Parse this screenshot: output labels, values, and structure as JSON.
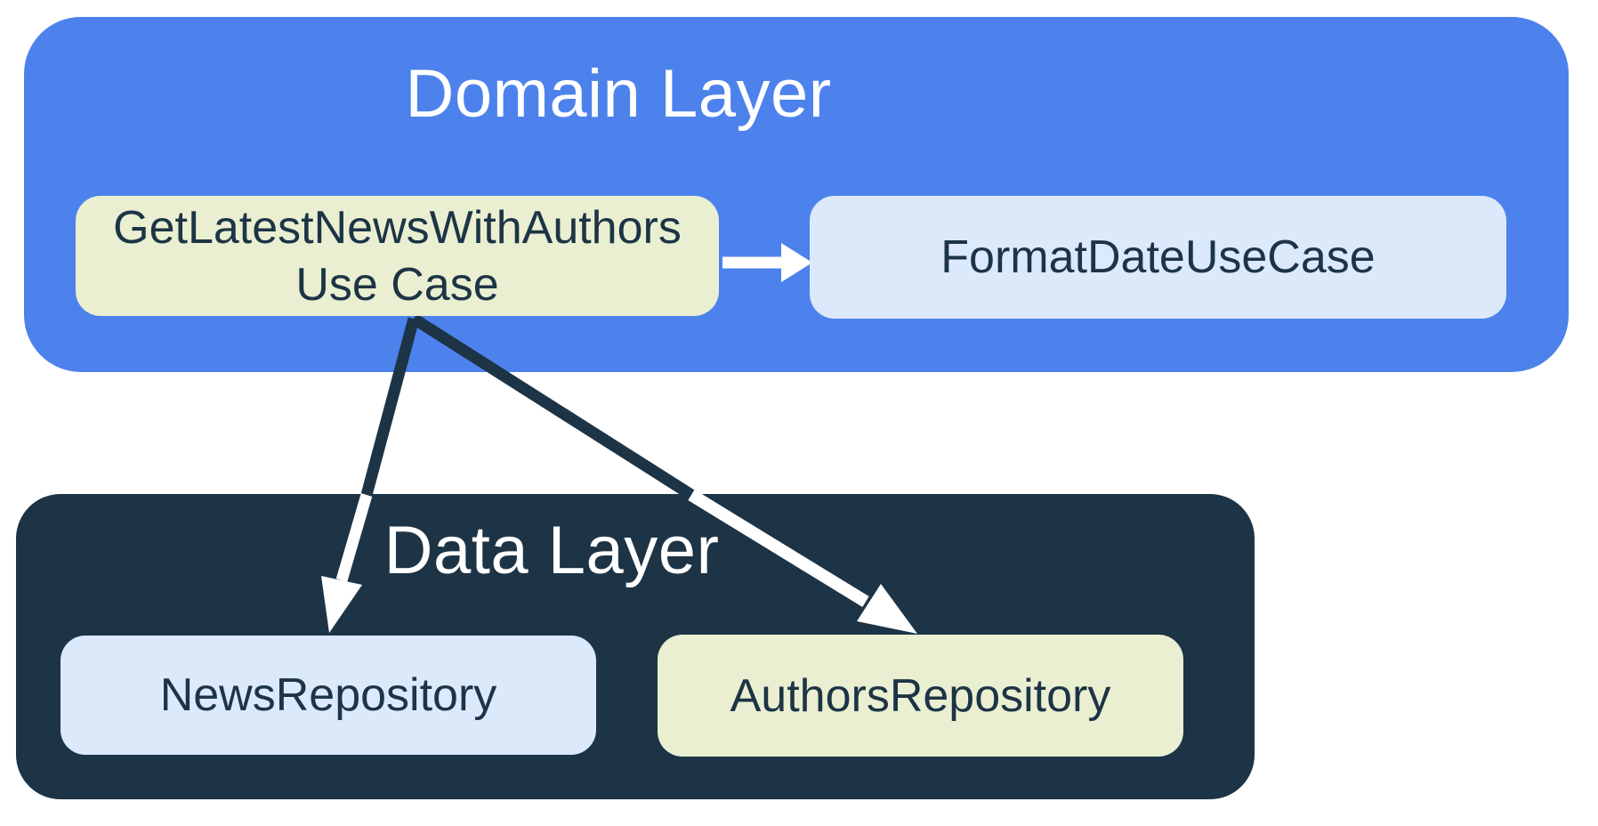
{
  "colors": {
    "background": "#ffffff",
    "domain_blue": "#4D82EC",
    "data_navy": "#1D3446",
    "node_cream": "#E9EFD0",
    "node_lightblue": "#DBE9FB",
    "text_dark": "#1D3446",
    "text_light": "#FFFFFF",
    "arrow_white": "#FFFFFF",
    "arrow_dark": "#1D3446"
  },
  "domain_layer": {
    "title": "Domain Layer",
    "use_case_node": {
      "line1": "GetLatestNewsWithAuthors",
      "line2": "Use Case"
    },
    "format_date_node": {
      "label": "FormatDateUseCase"
    }
  },
  "data_layer": {
    "title": "Data Layer",
    "news_repository_node": {
      "label": "NewsRepository"
    },
    "authors_repository_node": {
      "label": "AuthorsRepository"
    }
  },
  "edges": [
    {
      "from": "GetLatestNewsWithAuthors Use Case",
      "to": "FormatDateUseCase"
    },
    {
      "from": "GetLatestNewsWithAuthors Use Case",
      "to": "NewsRepository"
    },
    {
      "from": "GetLatestNewsWithAuthors Use Case",
      "to": "AuthorsRepository"
    }
  ]
}
